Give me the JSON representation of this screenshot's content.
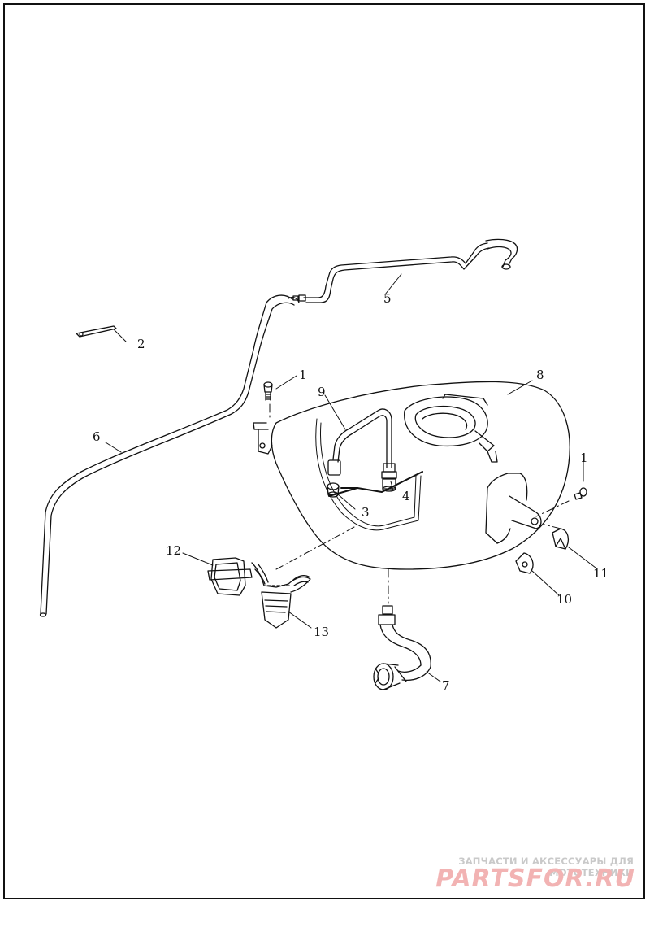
{
  "callouts": {
    "c1a": "1",
    "c1b": "1",
    "c2": "2",
    "c3": "3",
    "c4": "4",
    "c5": "5",
    "c6": "6",
    "c7": "7",
    "c8": "8",
    "c9": "9",
    "c10": "10",
    "c11": "11",
    "c12": "12",
    "c13": "13"
  },
  "watermark": {
    "caption": "ЗАПЧАСТИ И АКСЕССУАРЫ ДЛЯ МОТОТЕХНИКИ",
    "logo": "PARTSFOR.RU",
    "logo_color": "#f2b3b3"
  }
}
